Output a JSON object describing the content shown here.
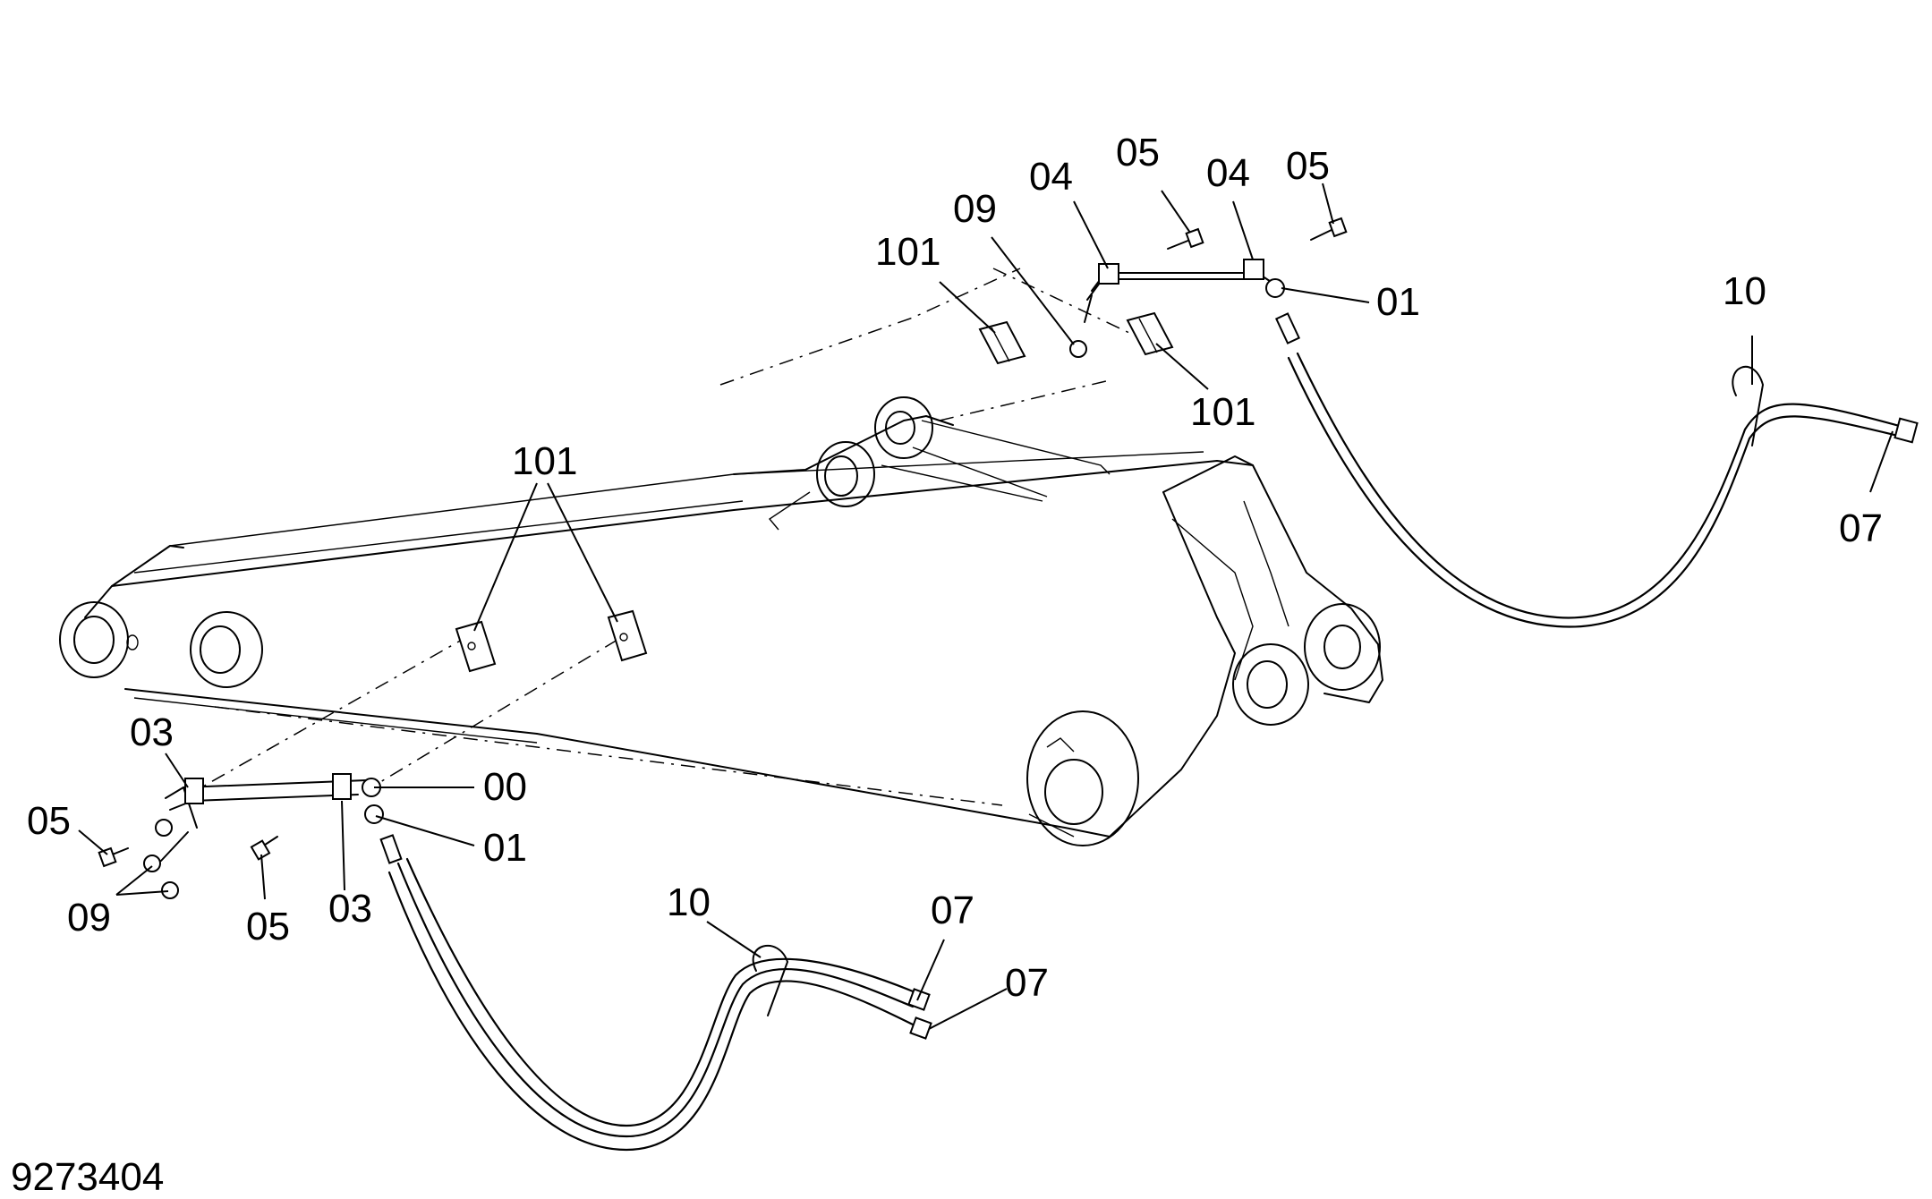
{
  "drawing_number": "9273404",
  "callouts": [
    {
      "id": "label-05-top-left",
      "text": "05"
    },
    {
      "id": "label-04-top-left",
      "text": "04"
    },
    {
      "id": "label-04-top-right",
      "text": "04"
    },
    {
      "id": "label-05-top-right",
      "text": "05"
    },
    {
      "id": "label-09-top",
      "text": "09"
    },
    {
      "id": "label-101-top-left",
      "text": "101"
    },
    {
      "id": "label-01-top",
      "text": "01"
    },
    {
      "id": "label-101-top-right",
      "text": "101"
    },
    {
      "id": "label-10-right",
      "text": "10"
    },
    {
      "id": "label-07-right",
      "text": "07"
    },
    {
      "id": "label-101-center",
      "text": "101"
    },
    {
      "id": "label-03-left",
      "text": "03"
    },
    {
      "id": "label-00",
      "text": "00"
    },
    {
      "id": "label-05-left",
      "text": "05"
    },
    {
      "id": "label-01-bottom",
      "text": "01"
    },
    {
      "id": "label-09-bottom",
      "text": "09"
    },
    {
      "id": "label-05-bottom",
      "text": "05"
    },
    {
      "id": "label-03-bottom",
      "text": "03"
    },
    {
      "id": "label-10-bottom",
      "text": "10"
    },
    {
      "id": "label-07-bottom-upper",
      "text": "07"
    },
    {
      "id": "label-07-bottom-lower",
      "text": "07"
    }
  ]
}
